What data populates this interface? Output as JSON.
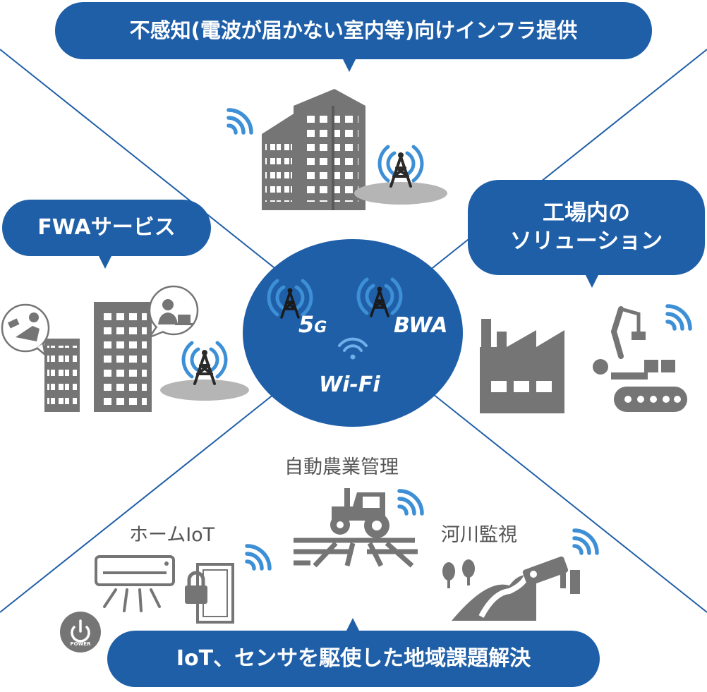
{
  "callouts": {
    "top": "不感知(電波が届かない室内等)向けインフラ提供",
    "left": "FWAサービス",
    "right_line1": "工場内の",
    "right_line2": "ソリューション",
    "bottom": "IoT、センサを駆使した地域課題解決"
  },
  "center": {
    "fiveg": "5",
    "fiveg_suffix": "G",
    "bwa": "BWA",
    "wifi": "Wi-Fi"
  },
  "labels": {
    "farming": "自動農業管理",
    "home_iot": "ホームIoT",
    "river": "河川監視",
    "power": "POWER"
  },
  "colors": {
    "brand_blue": "#1f5fa8",
    "signal_blue": "#3d8fd6",
    "icon_gray": "#757575",
    "shadow_gray": "#b5b5b5"
  }
}
